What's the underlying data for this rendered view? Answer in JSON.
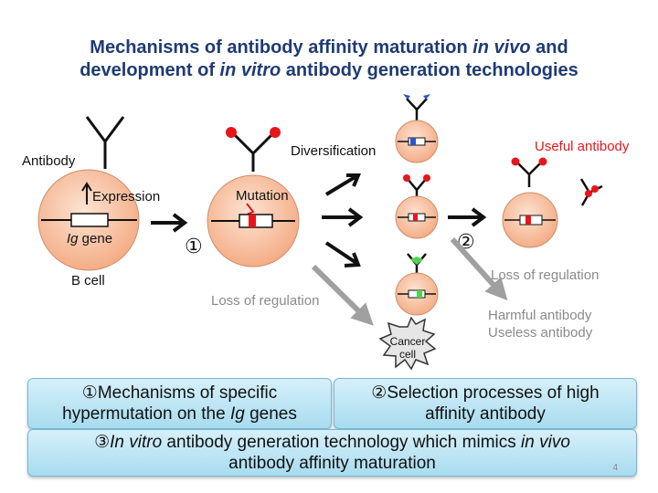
{
  "title": {
    "line1": {
      "a": "Mechanisms of antibody affinity maturation ",
      "b": "in vivo",
      "c": " and"
    },
    "line2": {
      "a": "development of ",
      "b": "in vitro",
      "c": " antibody generation technologies"
    }
  },
  "diagram": {
    "antibody_label": "Antibody",
    "expression_label": "Expression",
    "ig_gene_label_ital": "Ig",
    "ig_gene_label_rest": " gene",
    "b_cell_label": "B cell",
    "step1_marker": "①",
    "mutation_label": "Mutation",
    "diversification_label": "Diversification",
    "loss_regulation_1": "Loss of regulation",
    "cancer_cell_line1": "Cancer",
    "cancer_cell_line2": "cell",
    "step2_marker": "②",
    "useful_antibody_label": "Useful antibody",
    "loss_regulation_2": "Loss of regulation",
    "harmful_antibody_label": "Harmful antibody",
    "useless_antibody_label": "Useless antibody"
  },
  "boxes": {
    "box1": {
      "line1": "①Mechanisms of specific",
      "line2a": "hypermutation on the ",
      "line2b": "Ig",
      "line2c": " genes"
    },
    "box2": {
      "line1": "②Selection processes of high",
      "line2": "affinity antibody"
    },
    "box3": {
      "line1a": "③",
      "line1b": "In vitro",
      "line1c": " antibody generation technology which mimics ",
      "line1d": "in vivo",
      "line2": "antibody affinity maturation"
    }
  },
  "page_number": "4",
  "colors": {
    "title": "#1f3b73",
    "cell_fill": "#f7b995",
    "mutation_red": "#e8161b",
    "useful_red": "#e8161b",
    "gray_arrow": "#a0a0a0",
    "blue_tip": "#2d57c5",
    "green_tip": "#4fd650"
  }
}
